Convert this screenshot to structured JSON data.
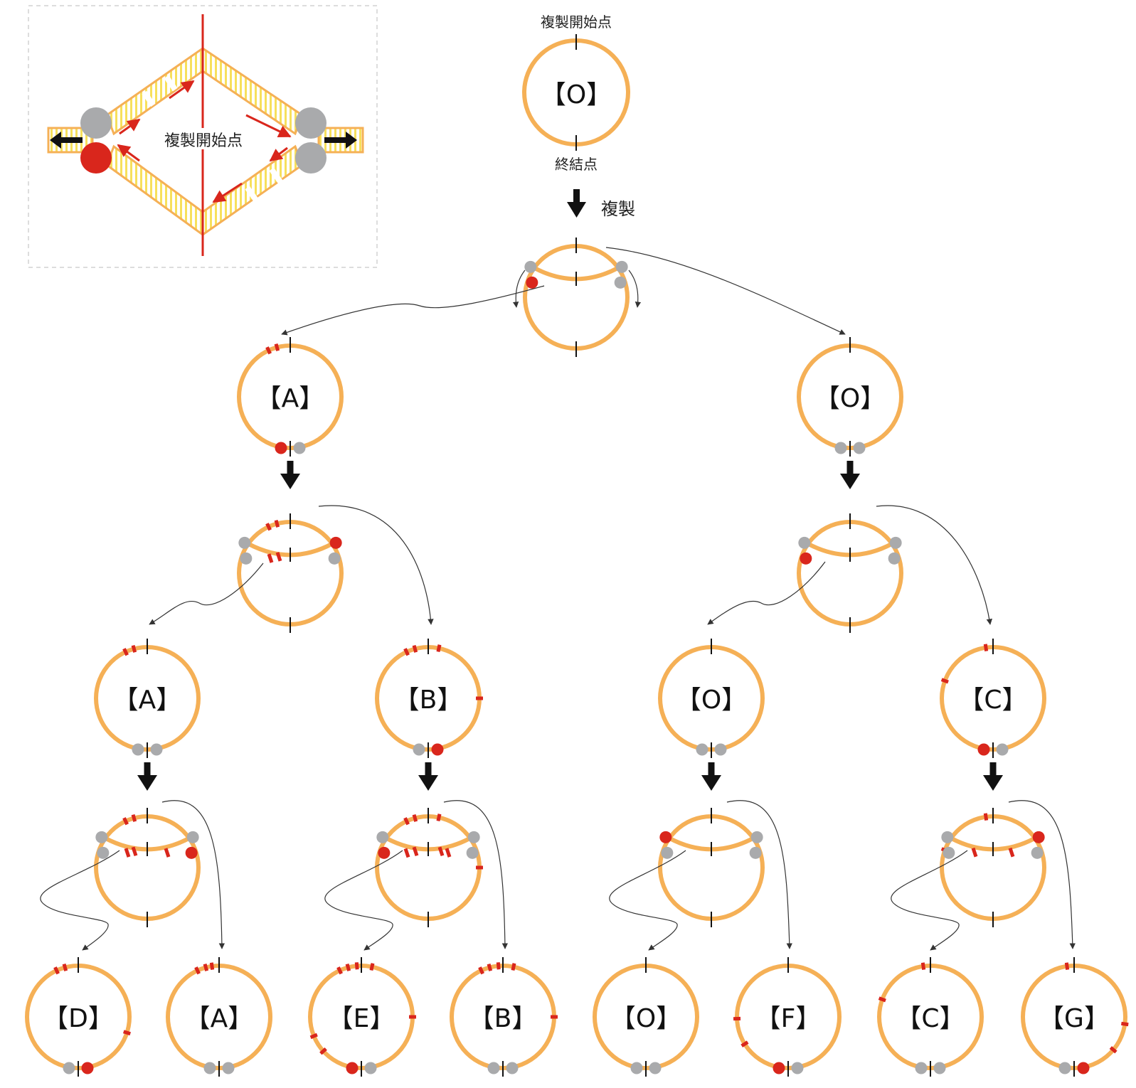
{
  "inset": {
    "origin_label": "複製開始点"
  },
  "top": {
    "origin_label": "複製開始点",
    "terminus_label": "終結点",
    "circle_label": "【O】",
    "replication_label": "複製"
  },
  "nodes": [
    {
      "id": "L1-A",
      "label": "【A】"
    },
    {
      "id": "L1-O",
      "label": "【O】"
    },
    {
      "id": "L2-A",
      "label": "【A】"
    },
    {
      "id": "L2-B",
      "label": "【B】"
    },
    {
      "id": "L2-O",
      "label": "【O】"
    },
    {
      "id": "L2-C",
      "label": "【C】"
    },
    {
      "id": "L3-D",
      "label": "【D】"
    },
    {
      "id": "L3-A",
      "label": "【A】"
    },
    {
      "id": "L3-E",
      "label": "【E】"
    },
    {
      "id": "L3-B",
      "label": "【B】"
    },
    {
      "id": "L3-O",
      "label": "【O】"
    },
    {
      "id": "L3-F",
      "label": "【F】"
    },
    {
      "id": "L3-C",
      "label": "【C】"
    },
    {
      "id": "L3-G",
      "label": "【G】"
    }
  ],
  "colors": {
    "dna": "#F5B056",
    "mutation": "#D9261C",
    "polymerase_gray": "#A9AAAC",
    "polymerase_red": "#D9261C",
    "inset_red_line": "#D9261C",
    "inset_strand": "#F7E05C"
  }
}
